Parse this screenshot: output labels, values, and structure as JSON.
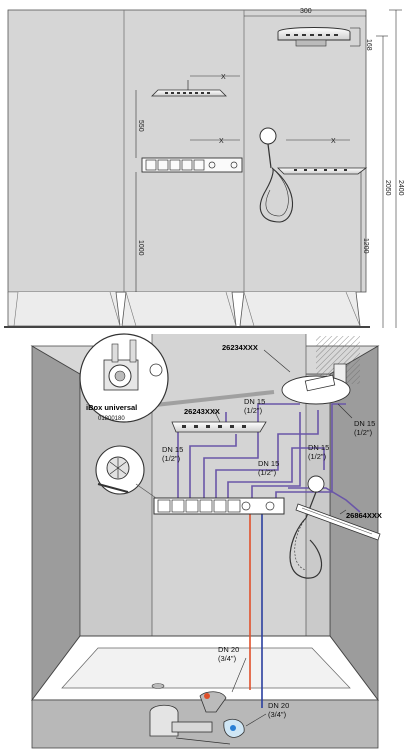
{
  "top_view": {
    "dims": {
      "width_300": "300",
      "head_168": "168",
      "height_550": "550",
      "height_1000": "1000",
      "height_1200": "1200",
      "height_2050": "2050",
      "height_2400": "2400",
      "x_a": "X",
      "x_b": "X",
      "x_c": "X"
    }
  },
  "bottom_view": {
    "codes": {
      "head": "26234XXX",
      "overhead": "26243XXX",
      "shelf": "26864XXX"
    },
    "ibox": {
      "title": "iBox universal",
      "code": "01800180"
    },
    "pipes": {
      "dn15_a": "DN 15",
      "dn15_a_in": "(1/2\")",
      "dn15_b": "DN 15",
      "dn15_b_in": "(1/2\")",
      "dn15_c": "DN 15",
      "dn15_c_in": "(1/2\")",
      "dn15_d": "DN 15",
      "dn15_d_in": "(1/2\")",
      "dn15_e": "DN 15",
      "dn15_e_in": "(1/2\")",
      "dn20_a": "DN 20",
      "dn20_a_in": "(3/4\")",
      "dn20_b": "DN 20",
      "dn20_b_in": "(3/4\")"
    }
  },
  "colors": {
    "wall": "#d2d2d2",
    "wall_dark": "#9a9a9a",
    "pipe_purple": "#6a56a8",
    "pipe_red": "#e0502a",
    "pipe_blue": "#2a3f9e",
    "tub": "#ffffff"
  }
}
